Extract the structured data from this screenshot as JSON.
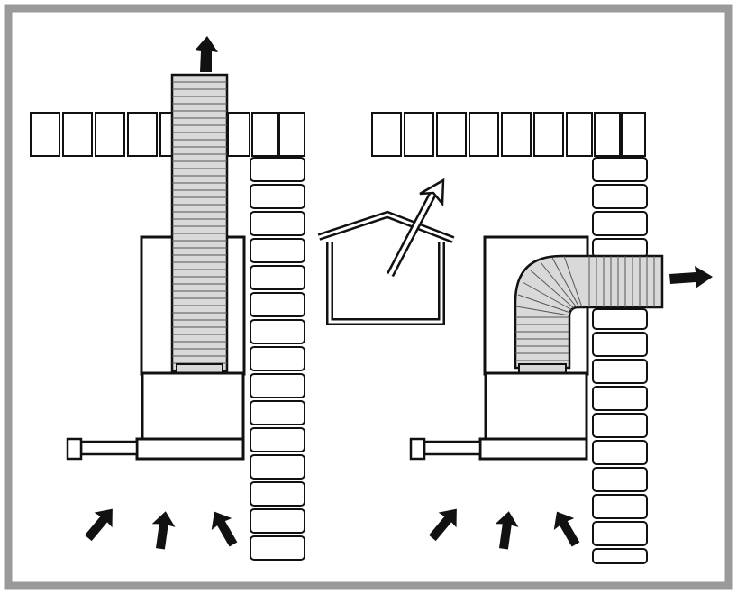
{
  "colors": {
    "frame": "#9a9a9a",
    "line": "#111111",
    "duct_fill": "#d9d9d9",
    "background": "#ffffff",
    "arrow": "#111111"
  },
  "panels": [
    {
      "id": "vertical-exhaust",
      "depicts": [
        "hood",
        "vertical-duct",
        "brick-wall",
        "exhaust-arrow-up",
        "intake-arrows"
      ]
    },
    {
      "id": "no-venting",
      "depicts": [
        "house-icon",
        "strike-arrow"
      ]
    },
    {
      "id": "wall-exhaust",
      "depicts": [
        "hood",
        "elbow-duct",
        "brick-wall",
        "exhaust-arrow-right",
        "intake-arrows"
      ]
    }
  ]
}
